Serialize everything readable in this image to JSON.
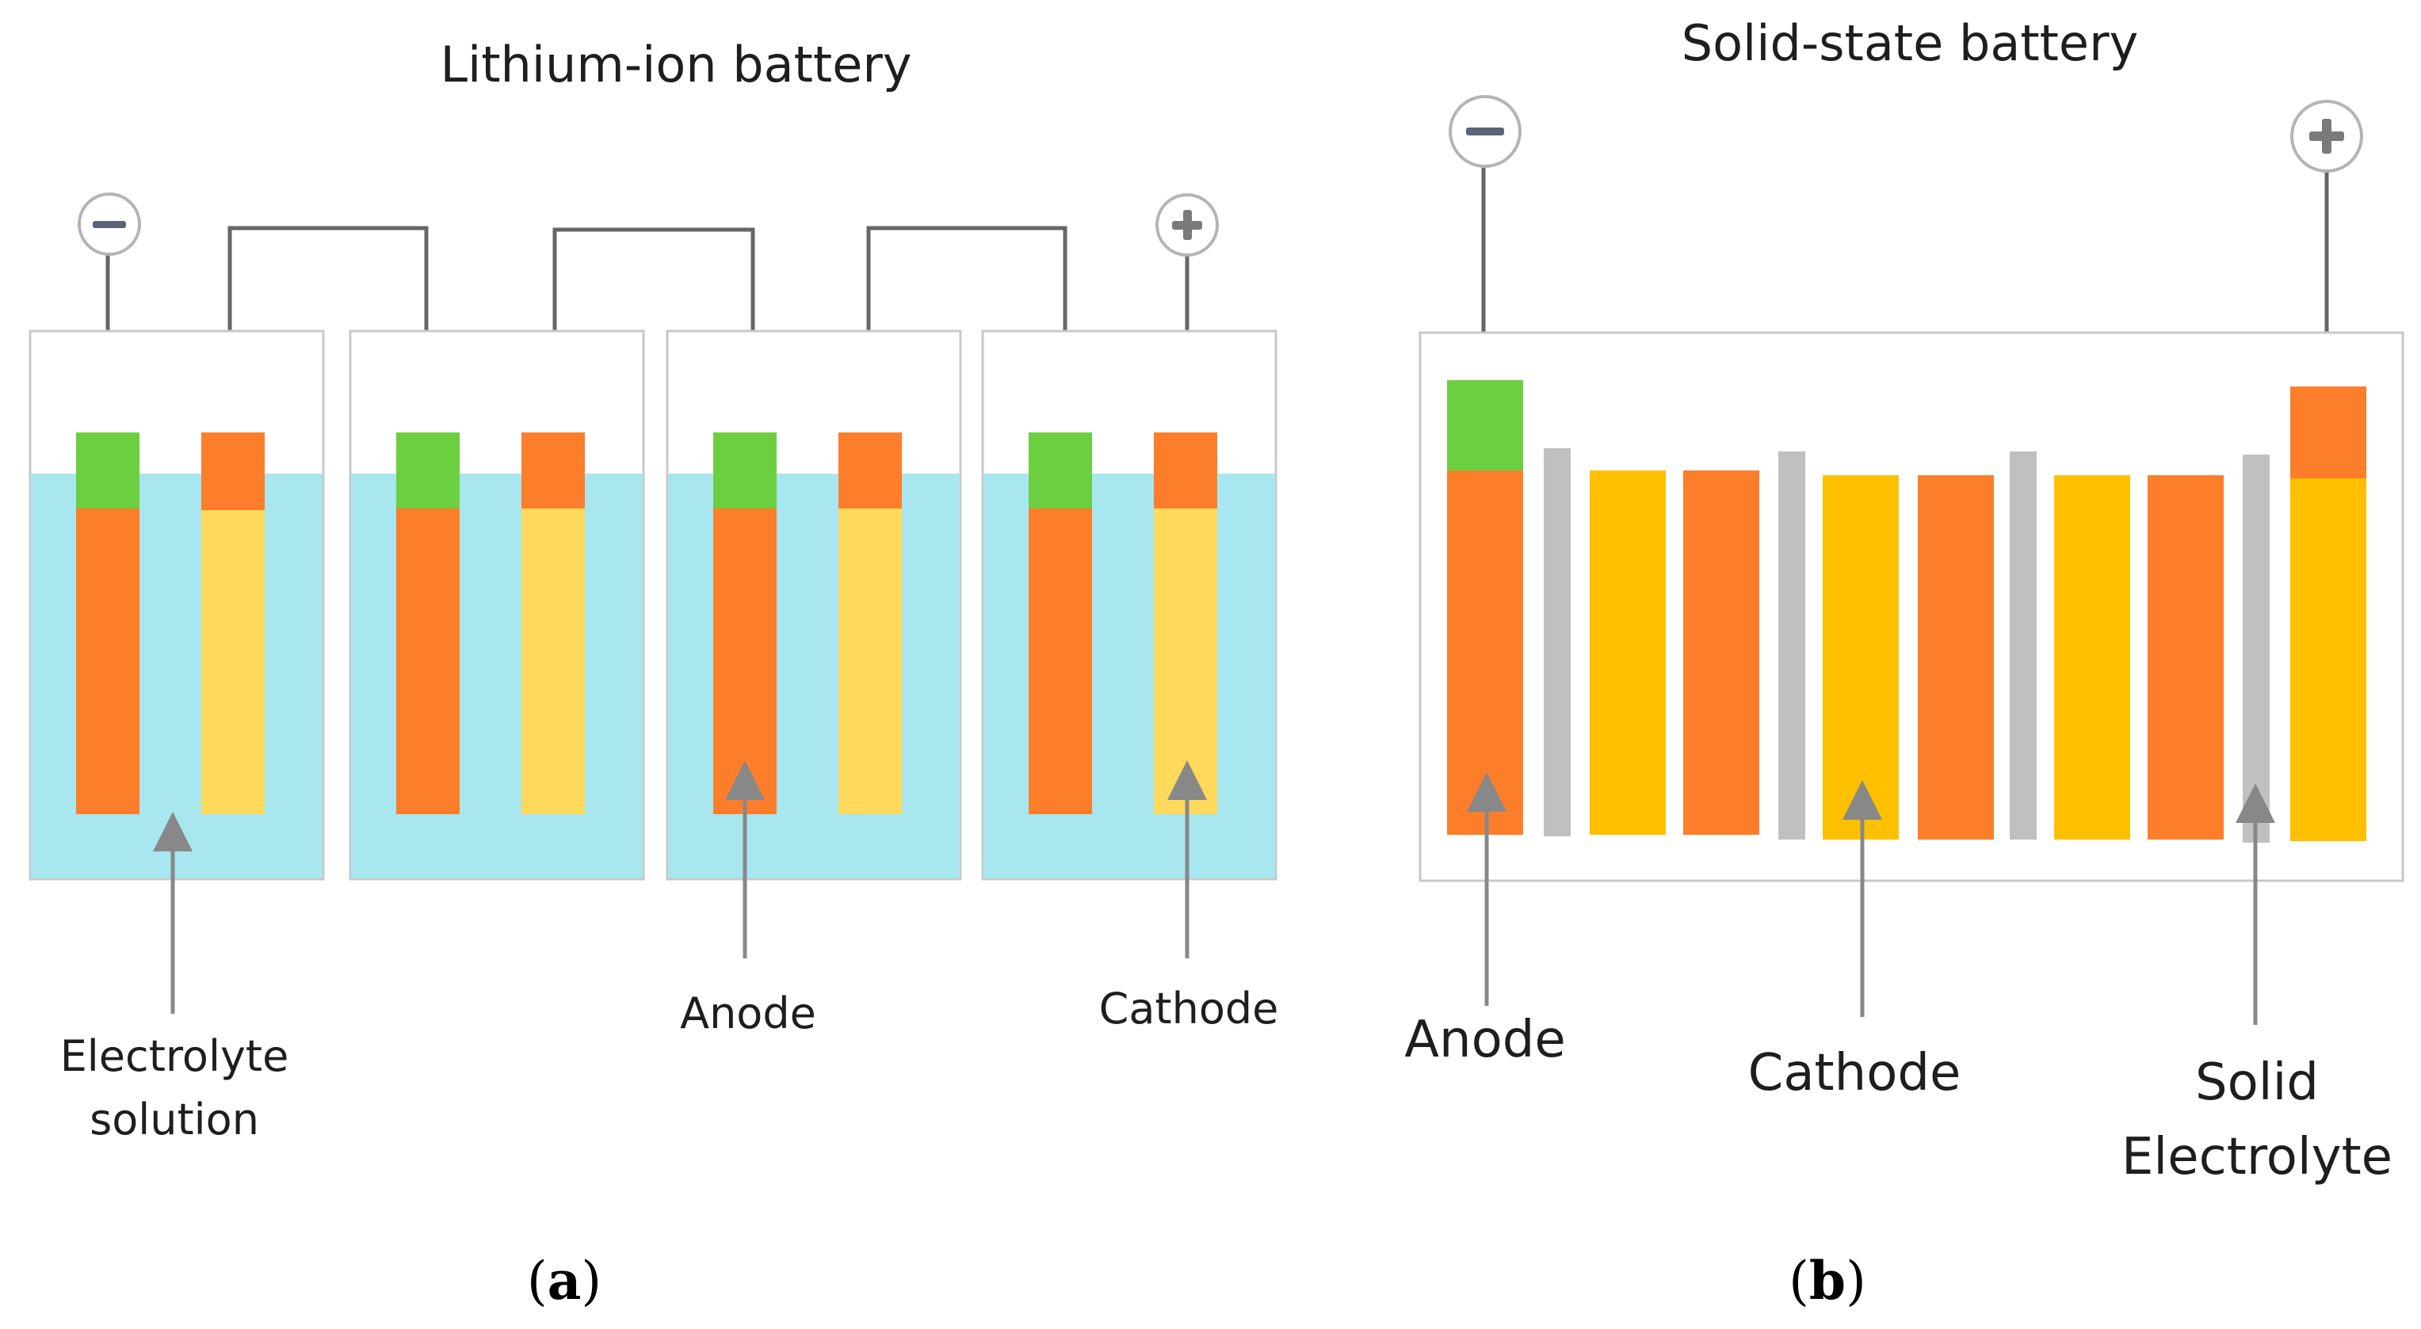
{
  "colors": {
    "electrolyte": "#a8e6f0",
    "anode": "#fd7e2a",
    "cathode_light": "#fed95c",
    "cathode_solid": "#ffc000",
    "tab_green": "#6ccf3f",
    "separator": "#c0c0c0",
    "wire": "#666666",
    "frame": "#c8c8c8"
  },
  "panel_a": {
    "title": "Lithium-ion battery",
    "terminal_negative_icon": "minus-circle-icon",
    "terminal_positive_icon": "plus-circle-icon",
    "cell_count": 4,
    "labels": {
      "electrolyte_line1": "Electrolyte",
      "electrolyte_line2": "solution",
      "anode": "Anode",
      "cathode": "Cathode"
    },
    "caption_letter": "a"
  },
  "panel_b": {
    "title": "Solid-state battery",
    "terminal_negative_icon": "minus-circle-icon",
    "terminal_positive_icon": "plus-circle-icon",
    "labels": {
      "anode": "Anode",
      "cathode": "Cathode",
      "solid_electrolyte_line1": "Solid",
      "solid_electrolyte_line2": "Electrolyte"
    },
    "caption_letter": "b"
  }
}
